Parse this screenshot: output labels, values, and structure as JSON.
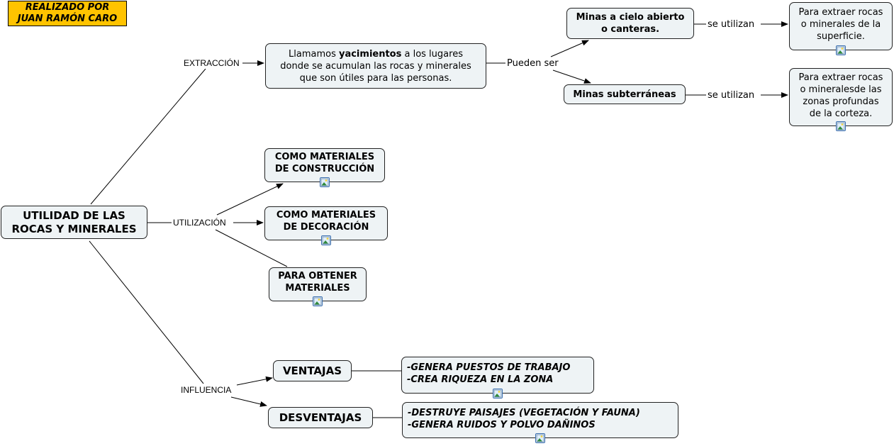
{
  "credit": "REALIZADO  POR\nJUAN RAMÓN CARO",
  "colors": {
    "credit_bg": "#ffc300",
    "node_bg": "#eef3f5",
    "node_border": "#222222",
    "line": "#000000"
  },
  "root": "UTILIDAD DE LAS\nROCAS Y MINERALES",
  "link_labels": {
    "extraccion": "EXTRACCIÓN",
    "utilizacion": "UTILIZACIÓN",
    "influencia": "INFLUENCIA",
    "pueden_ser": "Pueden ser",
    "se_utilizan_1": "se utilizan",
    "se_utilizan_2": "se utilizan"
  },
  "yacimientos": {
    "pre": "Llamamos ",
    "bold": "yacimientos",
    "post": " a los lugares\ndonde se acumulan las rocas y minerales\nque son útiles para las personas."
  },
  "minas_cielo": "Minas a cielo abierto\no canteras.",
  "minas_sub": "Minas subterráneas",
  "uso_superficie": "Para extraer rocas\no minerales de la\nsuperficie.",
  "uso_profundas": "Para extraer rocas\no mineralesde las\nzonas profundas\nde la corteza.",
  "utilizacion_nodes": [
    "COMO MATERIALES\nDE CONSTRUCCIÓN",
    "COMO MATERIALES\nDE DECORACIÓN",
    "PARA OBTENER\nMATERIALES"
  ],
  "ventajas": "VENTAJAS",
  "desventajas": "DESVENTAJAS",
  "ventajas_list": "-GENERA PUESTOS DE TRABAJO\n-CREA RIQUEZA EN LA ZONA",
  "desventajas_list": "-DESTRUYE PAISAJES (VEGETACIÓN Y FAUNA)\n-GENERA RUIDOS Y POLVO DAÑINOS",
  "image_icon": "image-attachment-icon"
}
